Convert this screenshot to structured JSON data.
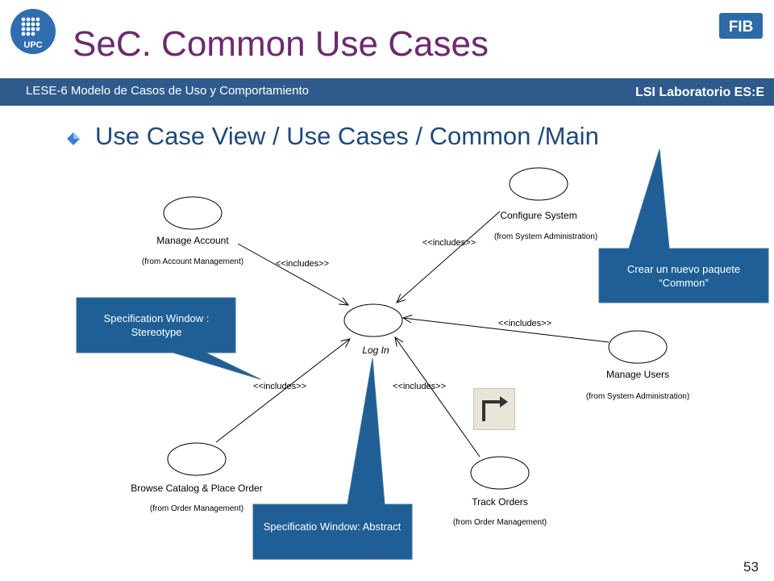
{
  "header": {
    "title": "SeC. Common Use Cases",
    "band_left": "LESE-6 Modelo de Casos de Uso y Comportamiento",
    "band_right": "LSI Laboratorio ES:E",
    "logo_left_text": "UPC",
    "logo_right_text": "FIB"
  },
  "bullet": {
    "text": "Use Case View / Use Cases / Common /Main"
  },
  "diagram": {
    "use_cases": [
      {
        "name": "Manage Account",
        "from": "(from Account Management)"
      },
      {
        "name": "Configure System",
        "from": "(from System Administration)"
      },
      {
        "name": "Log In",
        "from": ""
      },
      {
        "name": "Manage Users",
        "from": "(from System Administration)"
      },
      {
        "name": "Browse Catalog & Place Order",
        "from": "(from Order Management)"
      },
      {
        "name": "Track Orders",
        "from": "(from Order Management)"
      }
    ],
    "includes_label": "<<includes>>"
  },
  "callouts": {
    "stereotype": "Specification Window : Stereotype",
    "paquete": "Crear un nuevo paquete “Common”",
    "abstract": "Specificatio Window: Abstract"
  },
  "colors": {
    "callout": "#1f5f96",
    "title": "#6b2a6e",
    "band": "#2e5b8c"
  },
  "page_number": "53"
}
